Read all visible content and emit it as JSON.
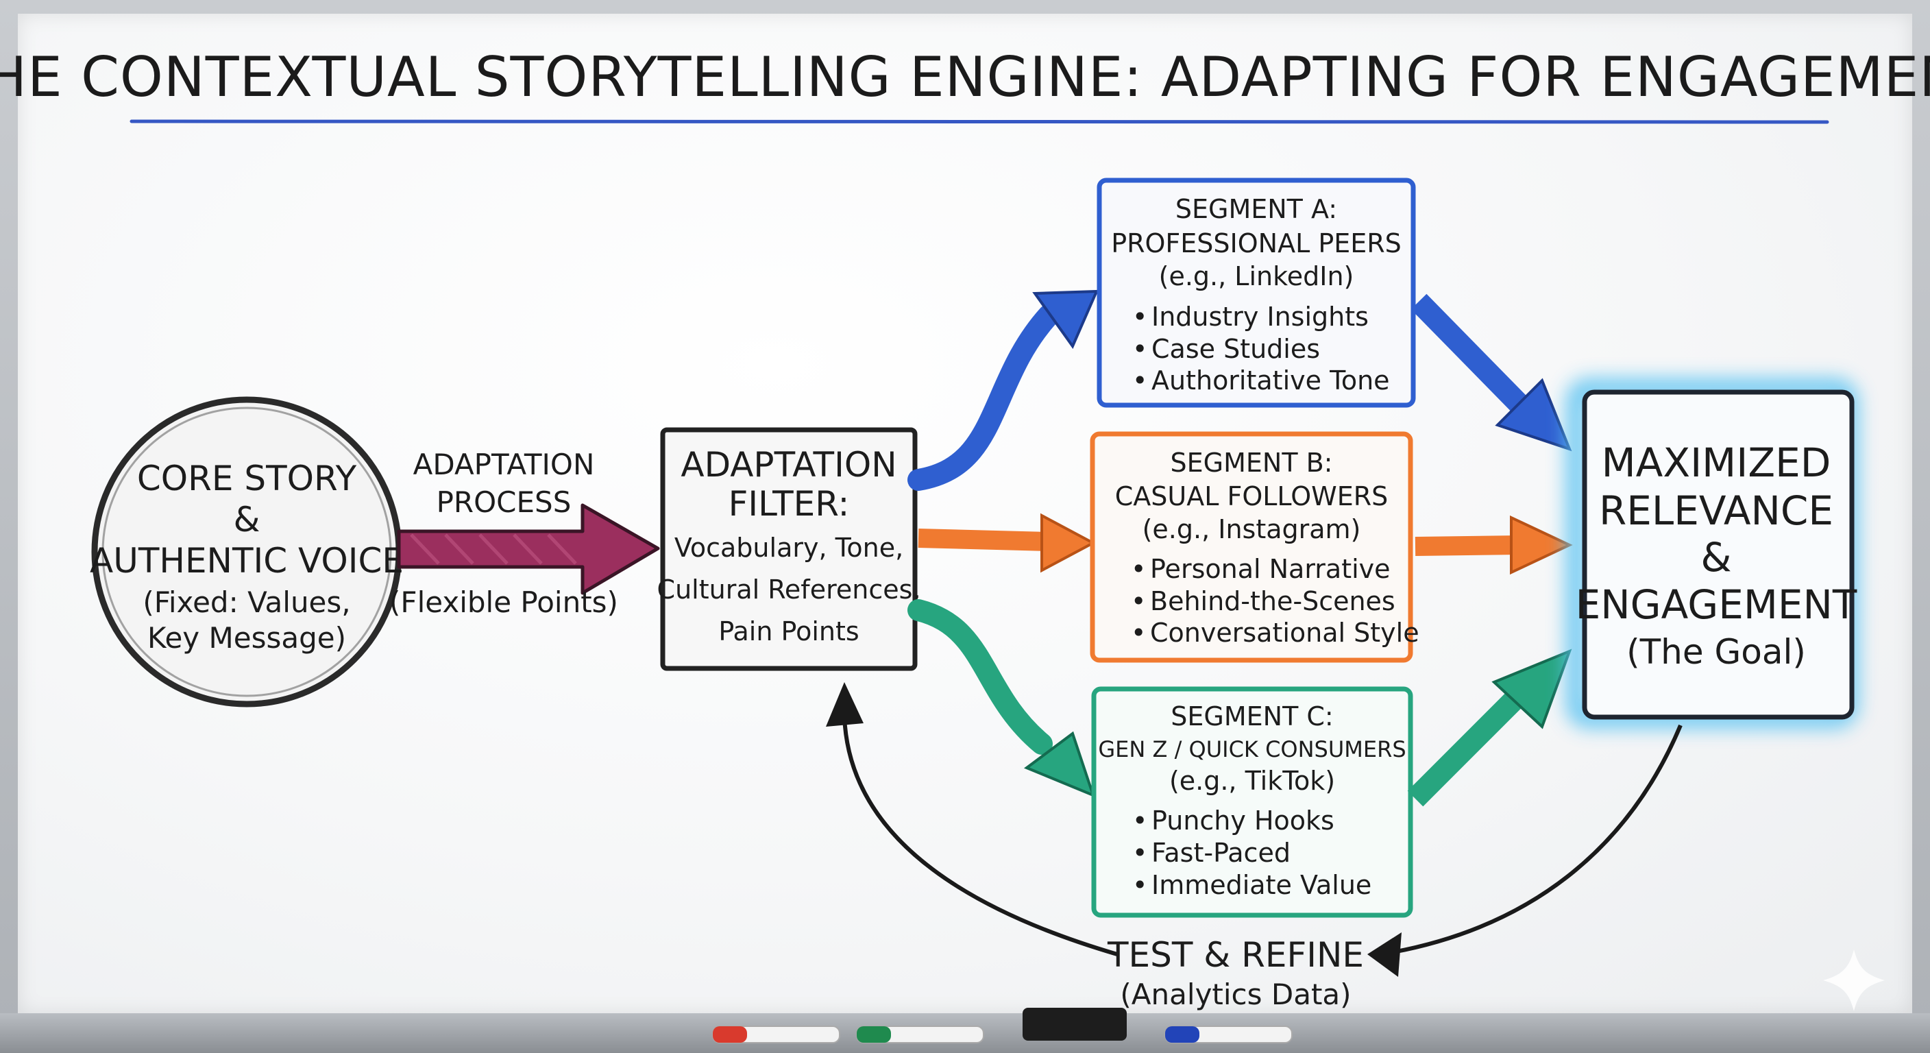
{
  "title": "THE CONTEXTUAL STORYTELLING ENGINE: ADAPTING FOR ENGAGEMENT",
  "core": {
    "line1": "CORE STORY",
    "line2": "&",
    "line3": "AUTHENTIC VOICE",
    "line4": "(Fixed: Values,",
    "line5": "Key Message)"
  },
  "process": {
    "line1": "ADAPTATION",
    "line2": "PROCESS",
    "line3": "(Flexible Points)"
  },
  "filter": {
    "line1": "ADAPTATION",
    "line2": "FILTER:",
    "line3": "Vocabulary, Tone,",
    "line4": "Cultural References,",
    "line5": "Pain Points"
  },
  "segments": [
    {
      "title1": "SEGMENT A:",
      "title2": "PROFESSIONAL PEERS",
      "platform": "(e.g., LinkedIn)",
      "items": [
        "Industry Insights",
        "Case Studies",
        "Authoritative Tone"
      ],
      "color": "#2f5fd0"
    },
    {
      "title1": "SEGMENT B:",
      "title2": "CASUAL FOLLOWERS",
      "platform": "(e.g., Instagram)",
      "items": [
        "Personal Narrative",
        "Behind-the-Scenes",
        "Conversational Style"
      ],
      "color": "#f07a30"
    },
    {
      "title1": "SEGMENT C:",
      "title2": "GEN Z / QUICK CONSUMERS",
      "platform": "(e.g., TikTok)",
      "items": [
        "Punchy Hooks",
        "Fast-Paced",
        "Immediate Value"
      ],
      "color": "#27a57f"
    }
  ],
  "goal": {
    "line1": "MAXIMIZED",
    "line2": "RELEVANCE",
    "line3": "&",
    "line4": "ENGAGEMENT",
    "line5": "(The Goal)"
  },
  "feedback": {
    "line1": "TEST & REFINE",
    "line2": "(Analytics Data)"
  },
  "colors": {
    "ink": "#1c1c1c",
    "title_underline": "#3557c4",
    "process_arrow": "#9b2f5e",
    "goal_glow": "#5fc4f2"
  }
}
